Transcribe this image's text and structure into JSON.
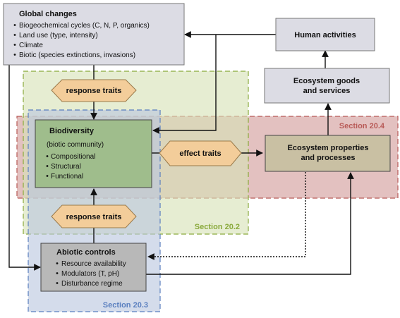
{
  "colors": {
    "section_20_2": "#8aaa3c",
    "section_20_3": "#5a7fbf",
    "section_20_4": "#b85a57",
    "box_gray": "#dcdce4",
    "box_dark": "#b8b8b8",
    "biodiversity_green": "#9fbd8c",
    "hexagon_orange": "#f3cd9a",
    "arrow": "#111111"
  },
  "global_changes": {
    "title": "Global changes",
    "items": [
      "Biogeochemical cycles (C, N, P, organics)",
      "Land use (type, intensity)",
      "Climate",
      "Biotic (species extinctions, invasions)"
    ]
  },
  "human_activities": {
    "title": "Human activities"
  },
  "ecosystem_goods": {
    "line1": "Ecosystem goods",
    "line2": "and services"
  },
  "biodiversity": {
    "title": "Biodiversity",
    "subtitle": "(biotic community)",
    "items": [
      "Compositional",
      "Structural",
      "Functional"
    ]
  },
  "effect_traits": {
    "label": "effect traits"
  },
  "response_traits_top": {
    "label": "response traits"
  },
  "response_traits_bottom": {
    "label": "response traits"
  },
  "ecosystem_properties": {
    "line1": "Ecosystem properties",
    "line2": "and processes"
  },
  "abiotic_controls": {
    "title": "Abiotic controls",
    "items": [
      "Resource availability",
      "Modulators (T, pH)",
      "Disturbance regime"
    ]
  },
  "sections": {
    "s20_2": "Section 20.2",
    "s20_3": "Section 20.3",
    "s20_4": "Section 20.4"
  }
}
